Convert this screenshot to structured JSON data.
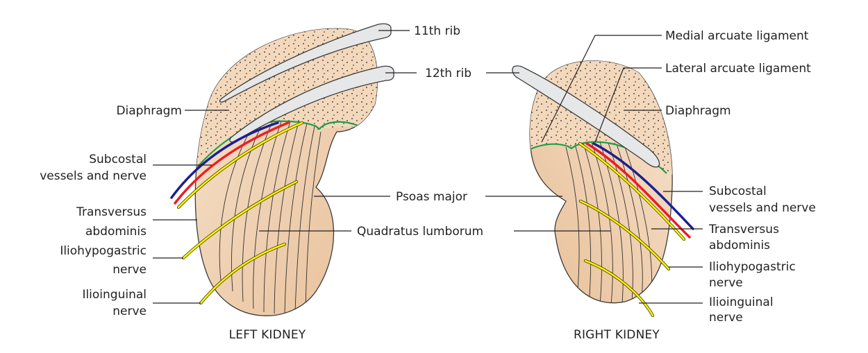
{
  "colors": {
    "kidney_fill": "#f1d4b4",
    "kidney_fill_dark": "#e9c29c",
    "diaphragm_fill": "#f4dcc2",
    "rib_fill": "#e6e7e8",
    "artery": "#ed1c24",
    "vein": "#1b1f93",
    "nerve": "#fff200",
    "ligament_line": "#1f9d48",
    "text": "#231f20"
  },
  "center_labels": {
    "rib_11": "11th rib",
    "rib_12": "12th rib",
    "psoas_major": "Psoas major",
    "quadratus_lumborum": "Quadratus lumborum"
  },
  "left_kidney": {
    "title": "LEFT KIDNEY",
    "labels": {
      "diaphragm": "Diaphragm",
      "subcostal_line1": "Subcostal",
      "subcostal_line2": "vessels and nerve",
      "transversus_line1": "Transversus",
      "transversus_line2": "abdominis",
      "iliohypogastric_line1": "Iliohypogastric",
      "iliohypogastric_line2": "nerve",
      "ilioinguinal_line1": "Ilioinguinal",
      "ilioinguinal_line2": "nerve"
    }
  },
  "right_kidney": {
    "title": "RIGHT KIDNEY",
    "labels": {
      "medial_arcuate": "Medial arcuate ligament",
      "lateral_arcuate": "Lateral arcuate ligament",
      "diaphragm": "Diaphragm",
      "subcostal_line1": "Subcostal",
      "subcostal_line2": "vessels and nerve",
      "transversus_line1": "Transversus",
      "transversus_line2": "abdominis",
      "iliohypogastric_line1": "Iliohypogastric",
      "iliohypogastric_line2": "nerve",
      "ilioinguinal_line1": "Ilioinguinal",
      "ilioinguinal_line2": "nerve"
    }
  }
}
